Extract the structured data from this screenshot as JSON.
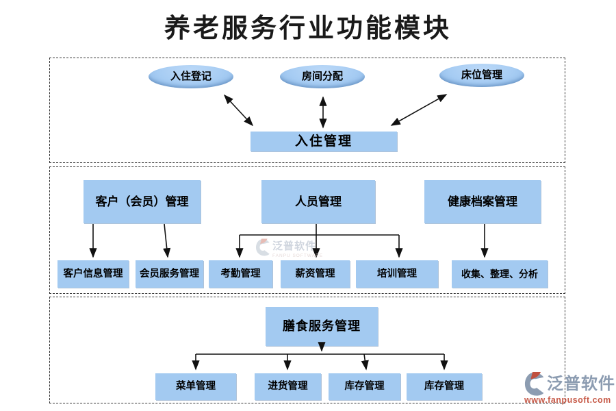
{
  "title": "养老服务行业功能模块",
  "sections": [
    {
      "ellipses": [
        "入住登记",
        "房间分配",
        "床位管理"
      ],
      "main_box": "入住管理"
    },
    {
      "top_boxes": [
        "客户（会员）管理",
        "人员管理",
        "健康档案管理"
      ],
      "sub_boxes": [
        "客户信息管理",
        "会员服务管理",
        "考勤管理",
        "薪资管理",
        "培训管理",
        "收集、整理、分析"
      ]
    },
    {
      "main_box": "膳食服务管理",
      "sub_boxes": [
        "菜单管理",
        "进货管理",
        "库存管理",
        "库存管理"
      ]
    }
  ],
  "watermark": {
    "brand": "泛普软件",
    "subtitle": "FANPU SOFTWARE"
  },
  "footer_logo": {
    "brand": "泛普软件",
    "url": "www.fanpusoft.com"
  },
  "colors": {
    "node_fill": "#a3caf1",
    "arrow": "#111111",
    "brand_gray": "#8c9cb1",
    "brand_red": "#c75b49"
  }
}
